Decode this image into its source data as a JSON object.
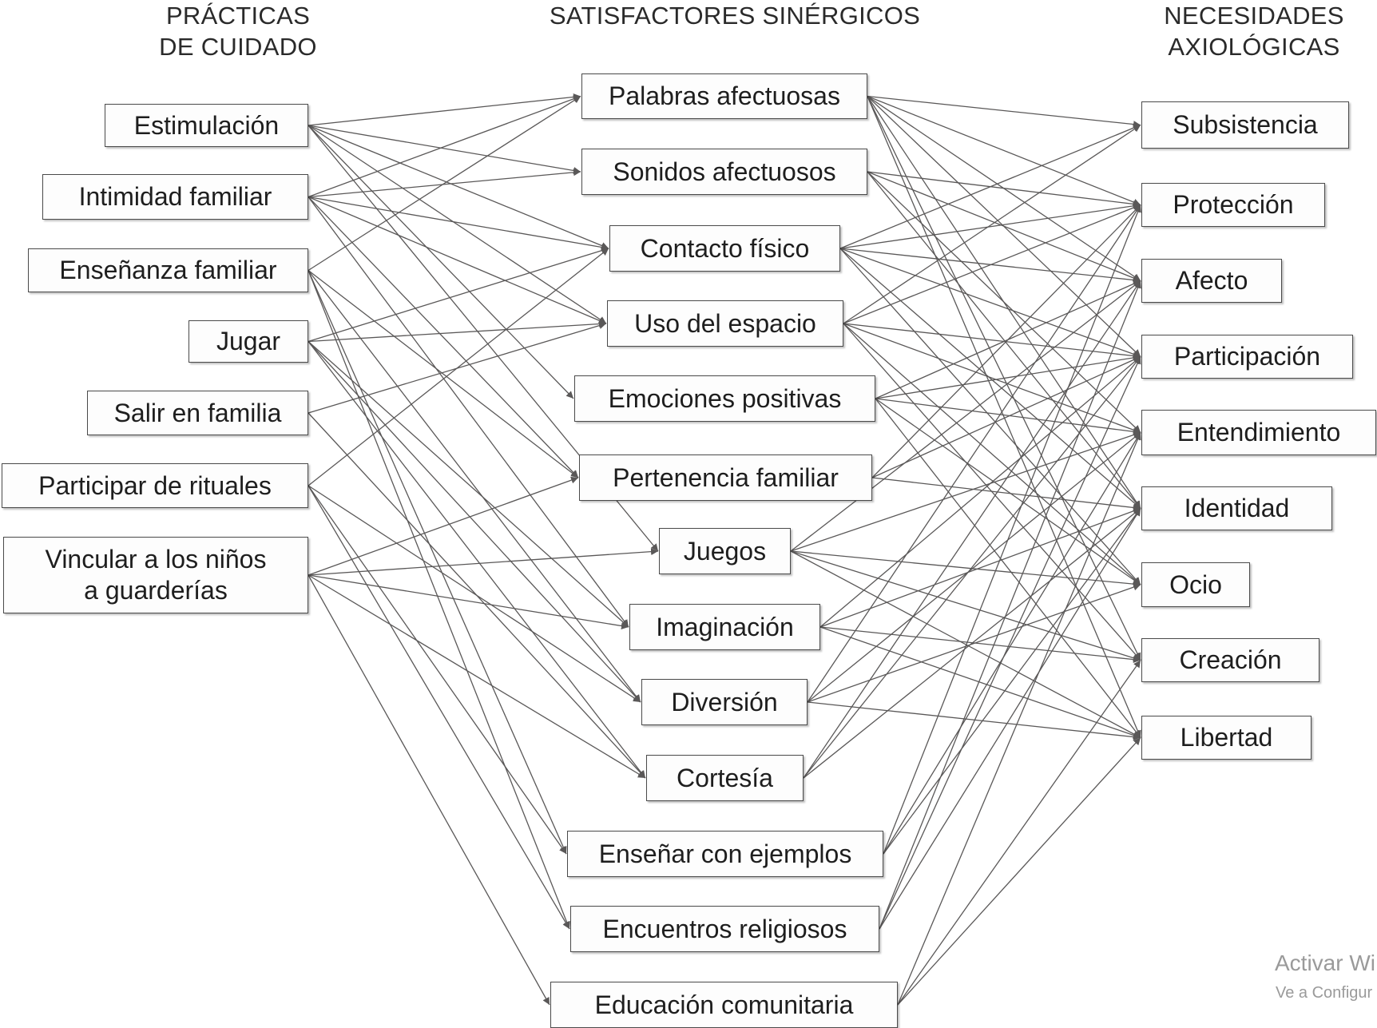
{
  "headers": {
    "left": [
      "PRÁCTICAS",
      "DE CUIDADO"
    ],
    "middle": [
      "SATISFACTORES SINÉRGICOS"
    ],
    "right": [
      "NECESIDADES",
      "AXIOLÓGICAS"
    ]
  },
  "practices": [
    {
      "id": "estimulacion",
      "lines": [
        "Estimulación"
      ]
    },
    {
      "id": "intimidad",
      "lines": [
        "Intimidad familiar"
      ]
    },
    {
      "id": "ensenanza",
      "lines": [
        "Enseñanza familiar"
      ]
    },
    {
      "id": "jugar",
      "lines": [
        "Jugar"
      ]
    },
    {
      "id": "salir",
      "lines": [
        "Salir en familia"
      ]
    },
    {
      "id": "rituales",
      "lines": [
        "Participar de rituales"
      ]
    },
    {
      "id": "vincular",
      "lines": [
        "Vincular a los niños",
        "a guarderías"
      ]
    }
  ],
  "satisfiers": [
    {
      "id": "palabras",
      "label": "Palabras afectuosas"
    },
    {
      "id": "sonidos",
      "label": "Sonidos afectuosos"
    },
    {
      "id": "contacto",
      "label": "Contacto físico"
    },
    {
      "id": "espacio",
      "label": "Uso del espacio"
    },
    {
      "id": "emociones",
      "label": "Emociones positivas"
    },
    {
      "id": "pertenencia",
      "label": "Pertenencia familiar"
    },
    {
      "id": "juegos",
      "label": "Juegos"
    },
    {
      "id": "imaginacion",
      "label": "Imaginación"
    },
    {
      "id": "diversion",
      "label": "Diversión"
    },
    {
      "id": "cortesia",
      "label": "Cortesía"
    },
    {
      "id": "ejemplos",
      "label": "Enseñar con ejemplos"
    },
    {
      "id": "religiosos",
      "label": "Encuentros religiosos"
    },
    {
      "id": "educacion",
      "label": "Educación comunitaria"
    }
  ],
  "needs": [
    {
      "id": "subsistencia",
      "label": "Subsistencia"
    },
    {
      "id": "proteccion",
      "label": "Protección"
    },
    {
      "id": "afecto",
      "label": "Afecto"
    },
    {
      "id": "participacion",
      "label": "Participación"
    },
    {
      "id": "entendimiento",
      "label": "Entendimiento"
    },
    {
      "id": "identidad",
      "label": "Identidad"
    },
    {
      "id": "ocio",
      "label": "Ocio"
    },
    {
      "id": "creacion",
      "label": "Creación"
    },
    {
      "id": "libertad",
      "label": "Libertad"
    }
  ],
  "practice_links": [
    [
      "estimulacion",
      "palabras"
    ],
    [
      "estimulacion",
      "sonidos"
    ],
    [
      "estimulacion",
      "contacto"
    ],
    [
      "estimulacion",
      "espacio"
    ],
    [
      "estimulacion",
      "emociones"
    ],
    [
      "estimulacion",
      "juegos"
    ],
    [
      "intimidad",
      "palabras"
    ],
    [
      "intimidad",
      "sonidos"
    ],
    [
      "intimidad",
      "contacto"
    ],
    [
      "intimidad",
      "espacio"
    ],
    [
      "intimidad",
      "pertenencia"
    ],
    [
      "intimidad",
      "imaginacion"
    ],
    [
      "ensenanza",
      "palabras"
    ],
    [
      "ensenanza",
      "pertenencia"
    ],
    [
      "ensenanza",
      "diversion"
    ],
    [
      "ensenanza",
      "ejemplos"
    ],
    [
      "ensenanza",
      "religiosos"
    ],
    [
      "jugar",
      "contacto"
    ],
    [
      "jugar",
      "espacio"
    ],
    [
      "jugar",
      "imaginacion"
    ],
    [
      "jugar",
      "diversion"
    ],
    [
      "jugar",
      "cortesia"
    ],
    [
      "salir",
      "espacio"
    ],
    [
      "salir",
      "cortesia"
    ],
    [
      "rituales",
      "contacto"
    ],
    [
      "rituales",
      "diversion"
    ],
    [
      "rituales",
      "ejemplos"
    ],
    [
      "rituales",
      "religiosos"
    ],
    [
      "vincular",
      "pertenencia"
    ],
    [
      "vincular",
      "juegos"
    ],
    [
      "vincular",
      "imaginacion"
    ],
    [
      "vincular",
      "cortesia"
    ],
    [
      "vincular",
      "educacion"
    ]
  ],
  "need_links": [
    [
      "palabras",
      "subsistencia"
    ],
    [
      "palabras",
      "proteccion"
    ],
    [
      "palabras",
      "afecto"
    ],
    [
      "palabras",
      "participacion"
    ],
    [
      "palabras",
      "identidad"
    ],
    [
      "palabras",
      "creacion"
    ],
    [
      "palabras",
      "libertad"
    ],
    [
      "sonidos",
      "proteccion"
    ],
    [
      "sonidos",
      "afecto"
    ],
    [
      "sonidos",
      "entendimiento"
    ],
    [
      "sonidos",
      "identidad"
    ],
    [
      "contacto",
      "subsistencia"
    ],
    [
      "contacto",
      "proteccion"
    ],
    [
      "contacto",
      "afecto"
    ],
    [
      "contacto",
      "participacion"
    ],
    [
      "contacto",
      "identidad"
    ],
    [
      "contacto",
      "ocio"
    ],
    [
      "espacio",
      "subsistencia"
    ],
    [
      "espacio",
      "proteccion"
    ],
    [
      "espacio",
      "participacion"
    ],
    [
      "espacio",
      "entendimiento"
    ],
    [
      "espacio",
      "ocio"
    ],
    [
      "espacio",
      "creacion"
    ],
    [
      "emociones",
      "afecto"
    ],
    [
      "emociones",
      "participacion"
    ],
    [
      "emociones",
      "entendimiento"
    ],
    [
      "emociones",
      "ocio"
    ],
    [
      "emociones",
      "libertad"
    ],
    [
      "pertenencia",
      "proteccion"
    ],
    [
      "pertenencia",
      "participacion"
    ],
    [
      "pertenencia",
      "identidad"
    ],
    [
      "juegos",
      "afecto"
    ],
    [
      "juegos",
      "entendimiento"
    ],
    [
      "juegos",
      "ocio"
    ],
    [
      "juegos",
      "creacion"
    ],
    [
      "juegos",
      "libertad"
    ],
    [
      "imaginacion",
      "participacion"
    ],
    [
      "imaginacion",
      "identidad"
    ],
    [
      "imaginacion",
      "creacion"
    ],
    [
      "imaginacion",
      "libertad"
    ],
    [
      "diversion",
      "proteccion"
    ],
    [
      "diversion",
      "entendimiento"
    ],
    [
      "diversion",
      "ocio"
    ],
    [
      "diversion",
      "libertad"
    ],
    [
      "cortesia",
      "afecto"
    ],
    [
      "cortesia",
      "participacion"
    ],
    [
      "cortesia",
      "identidad"
    ],
    [
      "ejemplos",
      "proteccion"
    ],
    [
      "ejemplos",
      "entendimiento"
    ],
    [
      "ejemplos",
      "identidad"
    ],
    [
      "religiosos",
      "afecto"
    ],
    [
      "religiosos",
      "participacion"
    ],
    [
      "religiosos",
      "identidad"
    ],
    [
      "educacion",
      "entendimiento"
    ],
    [
      "educacion",
      "creacion"
    ],
    [
      "educacion",
      "libertad"
    ]
  ],
  "colors": {
    "line": "#5a5858",
    "border": "#4a4a4a",
    "text": "#1e1e1e"
  },
  "watermark": {
    "line1": "Activar Wi",
    "line2": "Ve a Configur"
  }
}
